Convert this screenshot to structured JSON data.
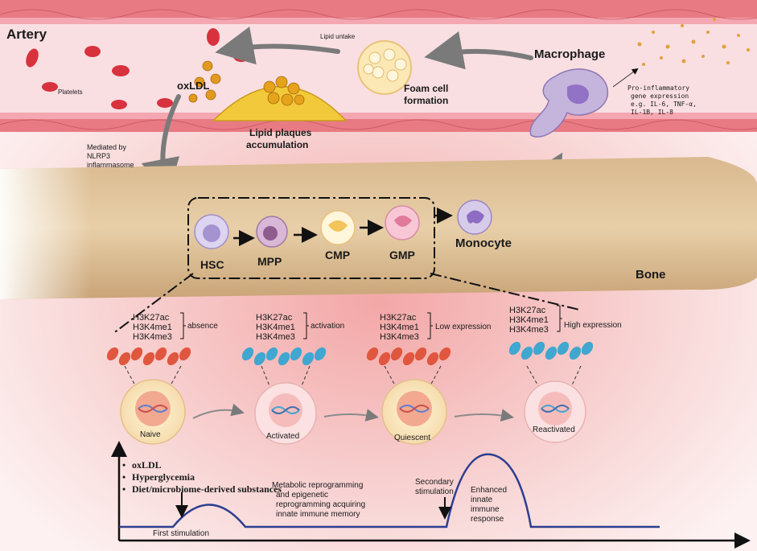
{
  "artery": {
    "label": "Artery",
    "lipid_uptake": "Lipid untake",
    "platelets": "Platelets",
    "oxldl": "oxLDL",
    "foam_cell": [
      "Foam cell",
      "formation"
    ],
    "plaques": [
      "Lipid plaques",
      "accumulation"
    ],
    "macrophage": "Macrophage",
    "pro_inflammatory": [
      "Pro-inflammatory",
      "gene expression",
      "e.g. IL-6, TNF-α,",
      "IL-1B, IL-8"
    ],
    "mediated": [
      "Mediated by",
      "NLRP3",
      "inflammasome"
    ]
  },
  "bone": {
    "label": "Bone",
    "cells": [
      "HSC",
      "MPP",
      "CMP",
      "GMP"
    ],
    "monocyte": "Monocyte"
  },
  "marks": [
    "H3K27ac",
    "H3K4me1",
    "H3K4me3"
  ],
  "mark_states": [
    "absence",
    "activation",
    "Low expression",
    "High expression"
  ],
  "states": [
    "Naive",
    "Activated",
    "Quiescent",
    "Reactivated"
  ],
  "timeline": {
    "stimuli": [
      "oxLDL",
      "Hyperglycemia",
      "Diet/microbiome-derived substances"
    ],
    "first_stimulation": "First stimulation",
    "reprogramming": [
      "Metabolic reprogramming",
      "and epigenetic",
      "reprogramming acquiring",
      "innate immune memory"
    ],
    "secondary": [
      "Secondary",
      "stimulation"
    ],
    "enhanced": [
      "Enhanced",
      "innate",
      "immune",
      "response"
    ]
  }
}
